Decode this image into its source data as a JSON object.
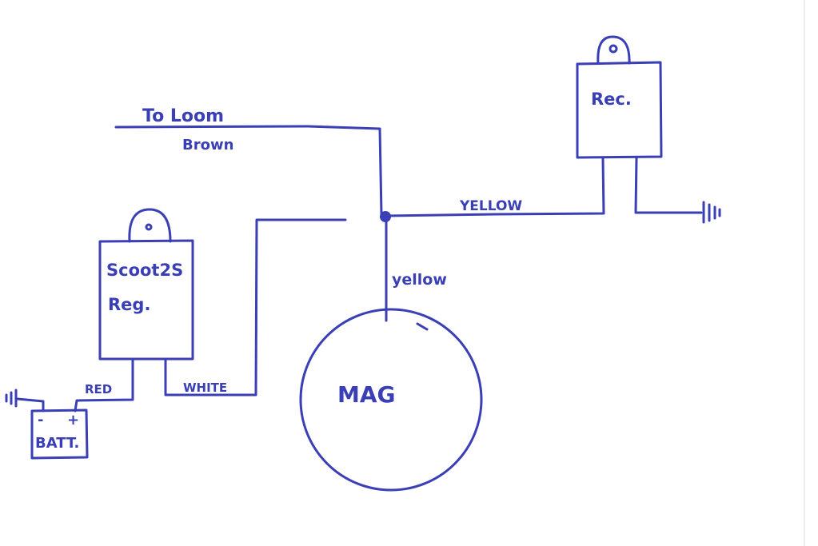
{
  "colors": {
    "ink": "#3a3fb5",
    "background": "#ffffff"
  },
  "components": {
    "rec": {
      "label": "Rec."
    },
    "scooter_reg": {
      "label_line1": "Scoot2S",
      "label_line2": "Reg."
    },
    "battery": {
      "label": "BATT.",
      "minus": "-",
      "plus": "+"
    },
    "mag": {
      "label": "MAG"
    }
  },
  "wires": {
    "to_loom": "To Loom",
    "brown": "Brown",
    "yellow_upper": "YELLOW",
    "yellow_lower": "yellow",
    "red": "RED",
    "white": "WHITE"
  }
}
